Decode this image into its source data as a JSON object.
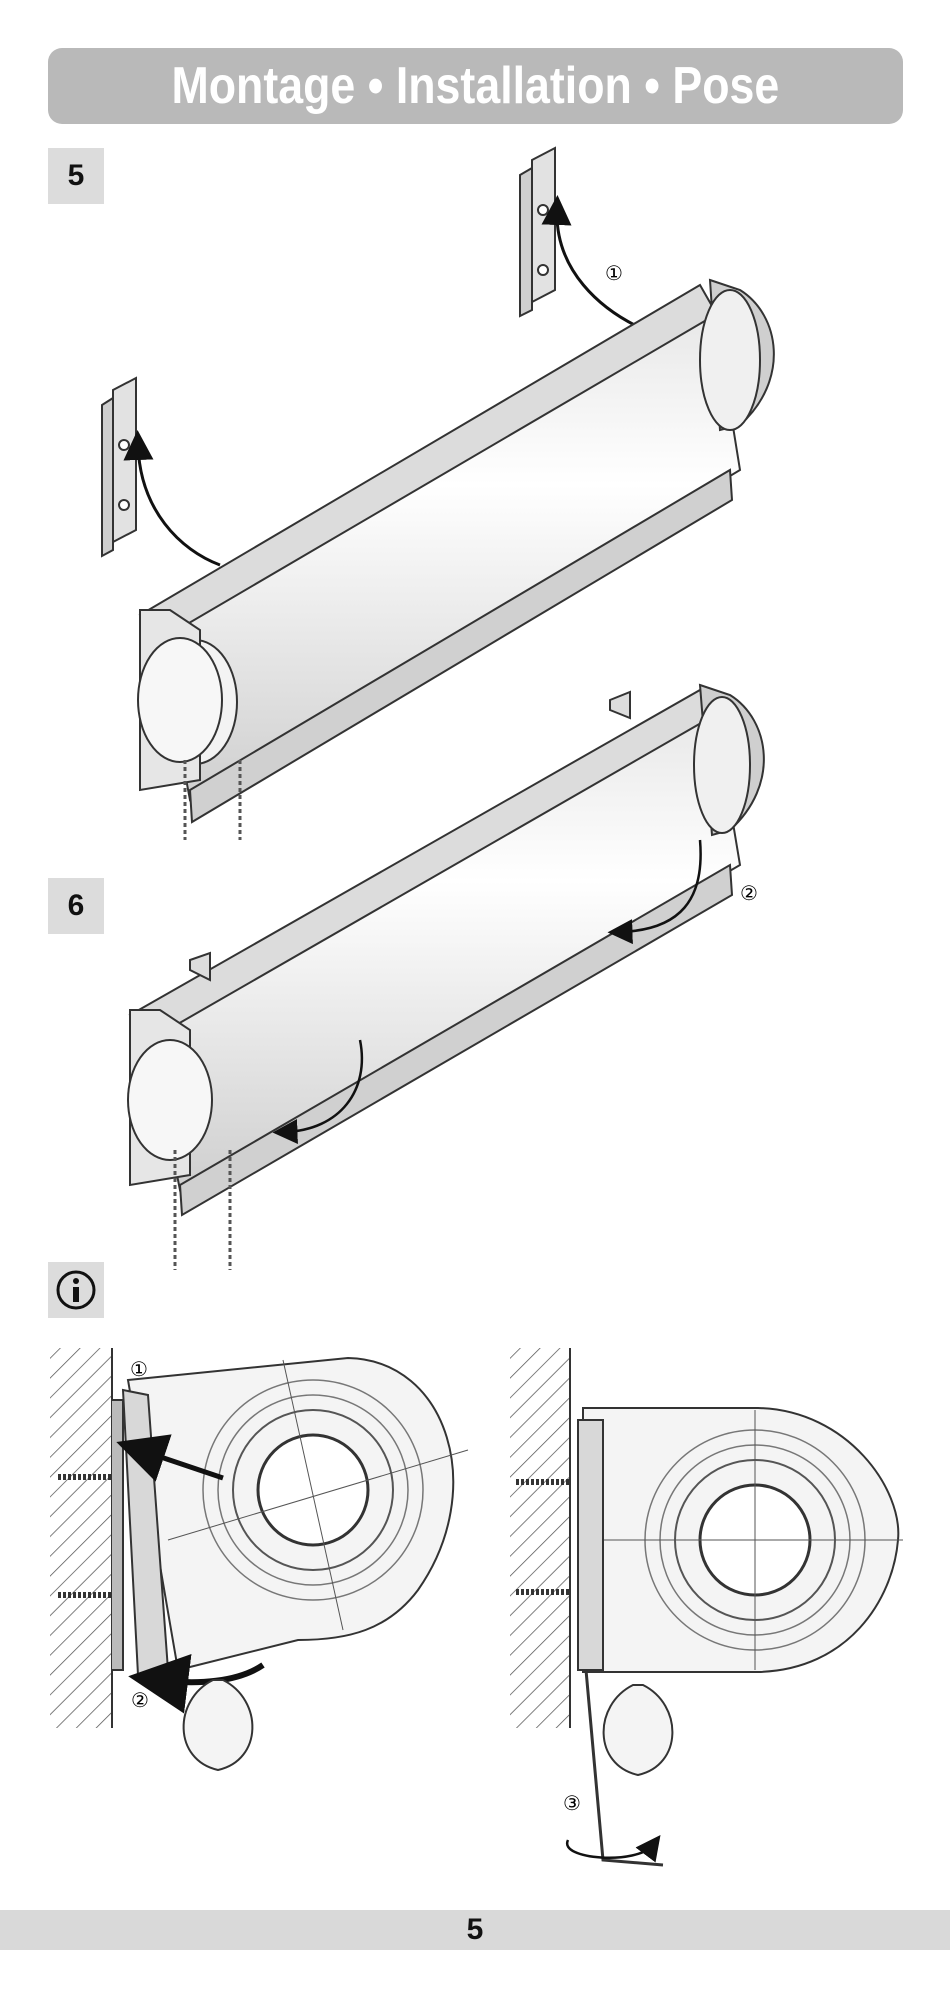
{
  "header": {
    "title": "Montage • Installation • Pose"
  },
  "steps": [
    {
      "number": "5",
      "callouts": [
        "①"
      ]
    },
    {
      "number": "6",
      "callouts": [
        "②"
      ]
    }
  ],
  "info": {
    "icon": "info-icon",
    "left_callouts": [
      "①",
      "②"
    ],
    "right_callouts": [
      "③"
    ]
  },
  "footer": {
    "page_number": "5"
  }
}
